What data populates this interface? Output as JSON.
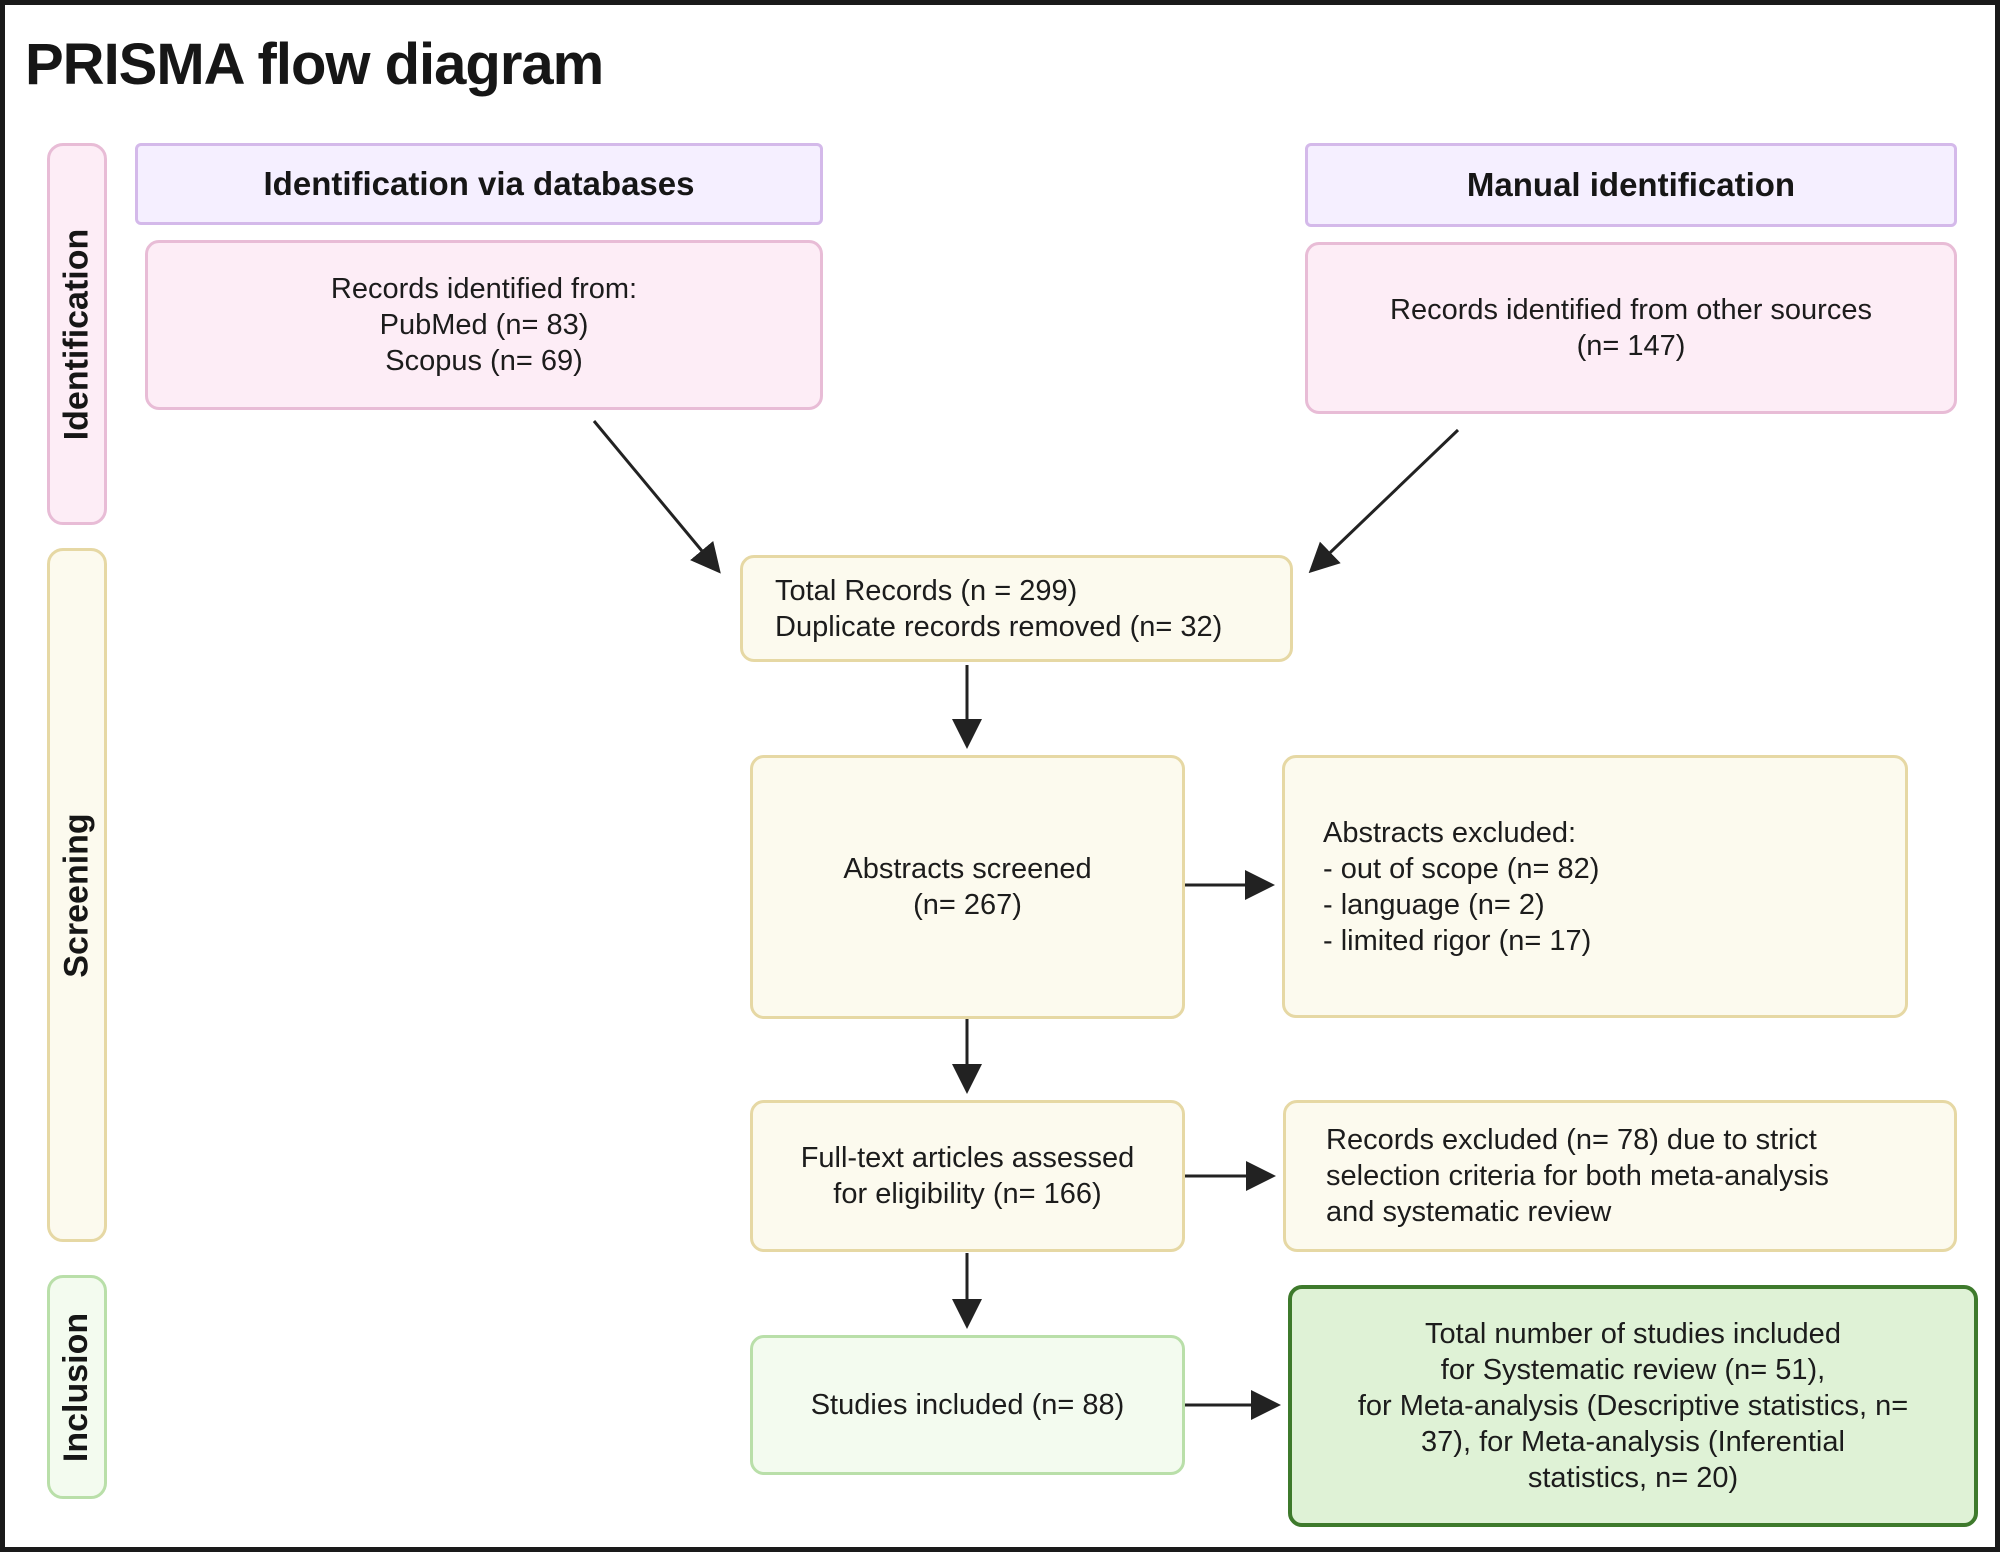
{
  "title": "PRISMA flow diagram",
  "stages": {
    "identification": "Identification",
    "screening": "Screening",
    "inclusion": "Inclusion"
  },
  "headers": {
    "databases": "Identification via databases",
    "manual": "Manual identification"
  },
  "boxes": {
    "records_databases": "Records identified from:\nPubMed (n= 83)\nScopus  (n= 69)",
    "records_other": "Records identified from other sources\n(n= 147)",
    "total_records": "Total Records (n = 299)\nDuplicate records removed  (n= 32)",
    "abstracts_screened": "Abstracts screened\n(n= 267)",
    "abstracts_excluded": "Abstracts excluded:\n- out of scope (n= 82)\n- language (n= 2)\n- limited rigor (n= 17)",
    "fulltext_assessed": "Full-text articles assessed\nfor eligibility (n= 166)",
    "records_excluded": "Records excluded (n= 78) due to strict\nselection criteria for both meta-analysis\nand systematic review",
    "studies_included": "Studies included (n= 88)",
    "total_included": "Total number of studies included\nfor Systematic review (n= 51),\nfor Meta-analysis (Descriptive statistics, n=\n37), for Meta-analysis (Inferential\nstatistics, n= 20)"
  },
  "colors": {
    "identification": "#fdedf6",
    "screening": "#fcfaee",
    "inclusion": "#f3fbef",
    "final_box": "#dff2d6",
    "final_border": "#3e7a2c",
    "header": "#f5efff",
    "arrow": "#222222"
  }
}
